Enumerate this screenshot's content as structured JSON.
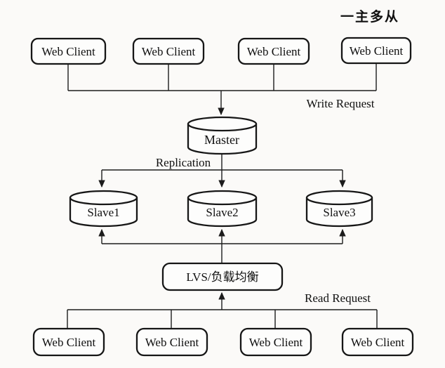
{
  "diagram": {
    "title": "一主多从",
    "edge_labels": {
      "write_request": "Write Request",
      "replication": "Replication",
      "read_request": "Read Request"
    },
    "top_clients": [
      {
        "label": "Web Client"
      },
      {
        "label": "Web Client"
      },
      {
        "label": "Web Client"
      },
      {
        "label": "Web Client"
      }
    ],
    "master": {
      "label": "Master"
    },
    "slaves": [
      {
        "label": "Slave1"
      },
      {
        "label": "Slave2"
      },
      {
        "label": "Slave3"
      }
    ],
    "load_balancer": {
      "label": "LVS/负载均衡"
    },
    "bottom_clients": [
      {
        "label": "Web Client"
      },
      {
        "label": "Web Client"
      },
      {
        "label": "Web Client"
      },
      {
        "label": "Web Client"
      }
    ],
    "colors": {
      "line": "#1c1c1c",
      "node_fill": "#fdfdfc",
      "text": "#101010",
      "background": "#fbfaf8"
    }
  }
}
